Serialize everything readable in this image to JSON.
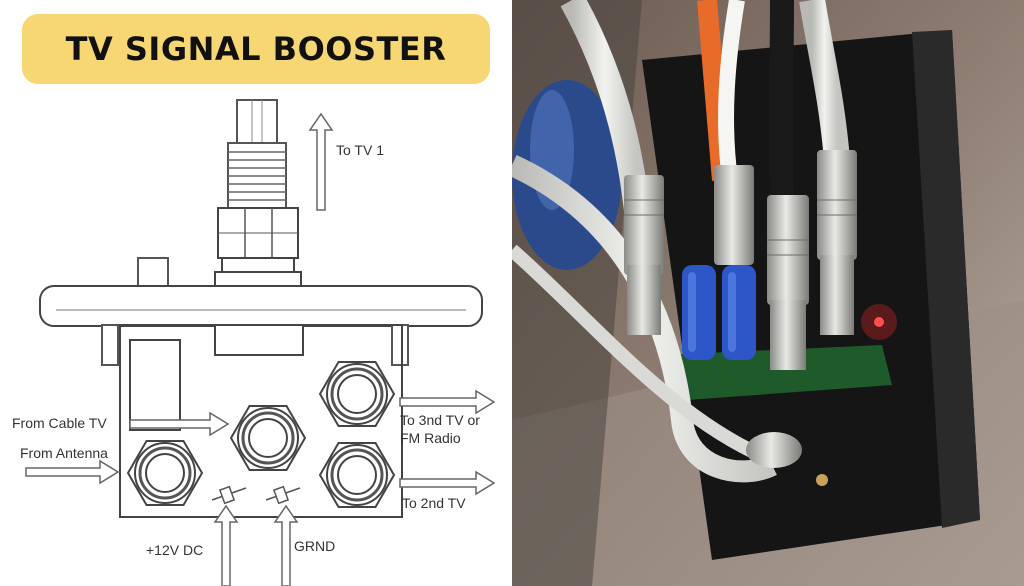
{
  "title": "TV SIGNAL BOOSTER",
  "labels": {
    "to_tv1": "To TV 1",
    "from_cable": "From Cable TV",
    "from_antenna": "From Antenna",
    "to_3rd_line1": "To 3nd TV or",
    "to_3rd_line2": "FM Radio",
    "to_2nd": "To 2nd TV",
    "power": "+12V DC",
    "ground": "GRND"
  },
  "photo": {
    "description_icon": "photo-wired-booster"
  }
}
